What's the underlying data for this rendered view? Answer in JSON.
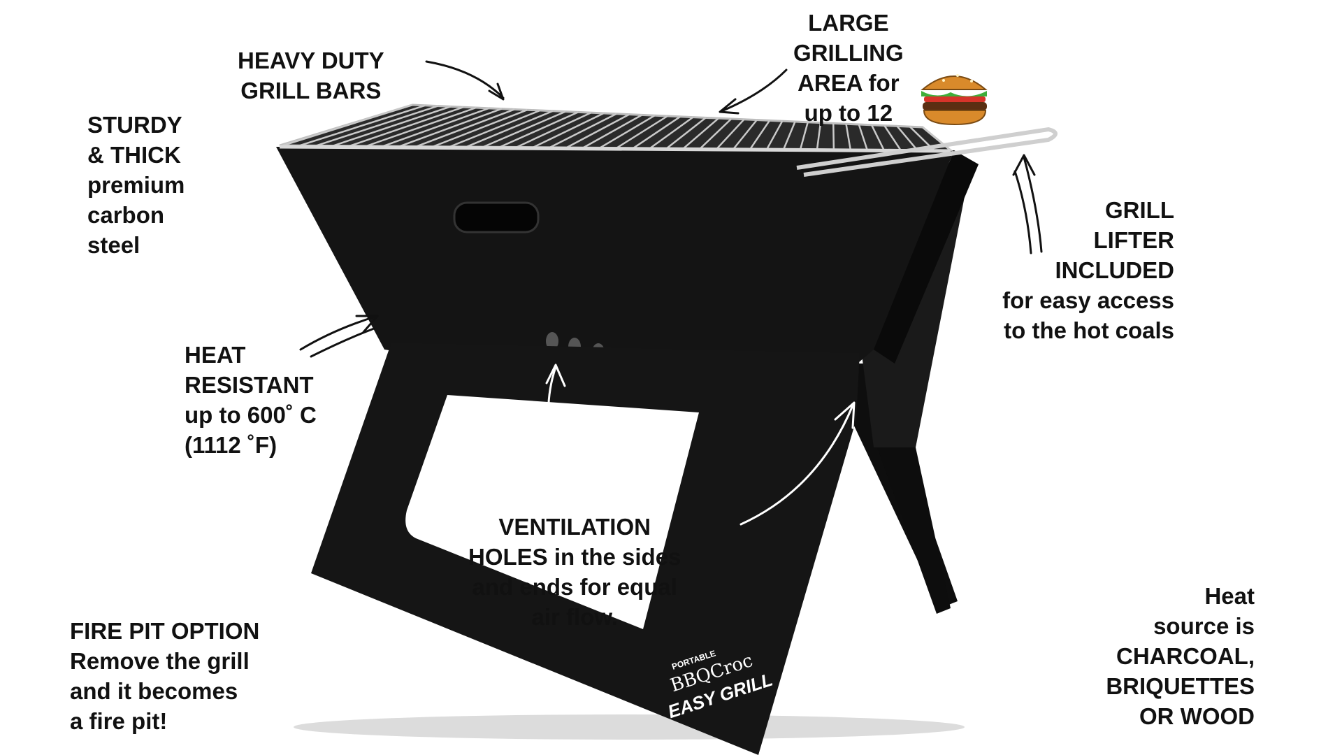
{
  "callouts": {
    "heavy_duty": [
      "HEAVY DUTY",
      "GRILL BARS"
    ],
    "large_area": [
      "LARGE",
      "GRILLING",
      "AREA for",
      "up to 12"
    ],
    "sturdy": [
      "STURDY",
      "& THICK",
      "premium",
      "carbon",
      "steel"
    ],
    "lifter": [
      "GRILL",
      "LIFTER",
      "INCLUDED",
      "for easy access",
      "to the hot coals"
    ],
    "heat_resistant": [
      "HEAT",
      "RESISTANT",
      "up to 600˚ C",
      "(1112 ˚F)"
    ],
    "ventilation": [
      "VENTILATION",
      "HOLES in the sides",
      "and ends for equal",
      "air flow."
    ],
    "fire_pit": [
      "FIRE PIT OPTION",
      "Remove the grill",
      "and it becomes",
      "a fire pit!"
    ],
    "heat_source": [
      "Heat",
      "source is",
      "CHARCOAL,",
      "BRIQUETTES",
      "OR WOOD"
    ]
  },
  "logo": {
    "portable": "PORTABLE",
    "brand": "BBQCroc",
    "product": "EASY GRILL"
  },
  "colors": {
    "grill_body": "#141414",
    "grill_highlight": "#2a2a2a",
    "grill_bars": "#c9c9c9",
    "text": "#111111",
    "burger_bun": "#d98a2b",
    "burger_patty": "#5a2e12",
    "burger_lettuce": "#3fae3a",
    "burger_tomato": "#d6342a"
  },
  "icons": [
    "burger-icon",
    "arrow-icon"
  ]
}
